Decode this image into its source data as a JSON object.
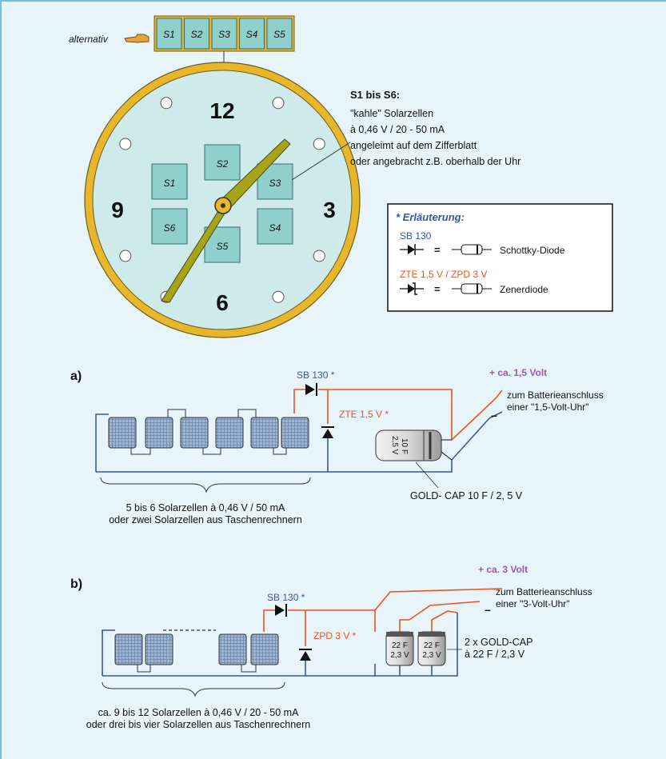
{
  "strip": {
    "label": "alternativ",
    "cells": [
      "S1",
      "S2",
      "S3",
      "S4",
      "S5"
    ]
  },
  "clock": {
    "numbers": [
      "12",
      "3",
      "6",
      "9"
    ],
    "cells": [
      "S1",
      "S2",
      "S3",
      "S4",
      "S5",
      "S6"
    ]
  },
  "annotation": {
    "title": "S1 bis S6:",
    "lines": [
      "\"kahle\" Solarzellen",
      "à  0,46 V / 20 - 50 mA",
      "angeleimt auf dem Zifferblatt",
      "oder angebracht z.B. oberhalb der Uhr"
    ]
  },
  "legend": {
    "title": "* Erläuterung:",
    "diode1_label": "SB 130",
    "diode1_name": "Schottky-Diode",
    "diode2_label": "ZTE 1,5 V / ZPD 3 V",
    "diode2_name": "Zenerdiode",
    "equals": "="
  },
  "circuit_a": {
    "label": "a)",
    "diode": "SB 130 *",
    "zener": "ZTE 1,5 V *",
    "voltage": "+ ca. 1,5 Volt",
    "target_line1": "zum Batterieanschluss",
    "target_line2": "einer \"1,5-Volt-Uhr\"",
    "minus": "–",
    "cap_text": "10 F",
    "cap_text2": "2,5 V",
    "cap_label": "GOLD- CAP 10 F / 2, 5 V",
    "cells_line1": "5 bis 6 Solarzellen à  0,46 V / 50 mA",
    "cells_line2": "oder zwei Solarzellen aus Taschenrechnern"
  },
  "circuit_b": {
    "label": "b)",
    "diode": "SB 130 *",
    "zener": "ZPD 3 V *",
    "voltage": "+ ca. 3 Volt",
    "target_line1": "zum Batterieanschluss",
    "target_line2": "einer \"3-Volt-Uhr\"",
    "minus": "–",
    "cap1_text": "22 F",
    "cap1_text2": "2,3 V",
    "cap2_text": "22 F",
    "cap2_text2": "2,3 V",
    "cap_label1": "2 x GOLD-CAP",
    "cap_label2": "à 22 F / 2,3 V",
    "cells_line1": "ca. 9 bis 12 Solarzellen à  0,46 V / 20 - 50 mA",
    "cells_line2": "oder drei bis vier Solarzellen aus Taschenrechnern"
  },
  "colors": {
    "orange": "#e8541e",
    "blue": "#3a55a8",
    "purple": "#9a5aa8",
    "gold": "#e8b62a",
    "hand": "#a7a31b",
    "cell": "#8fd0cd",
    "dial": "#cfeaea"
  }
}
